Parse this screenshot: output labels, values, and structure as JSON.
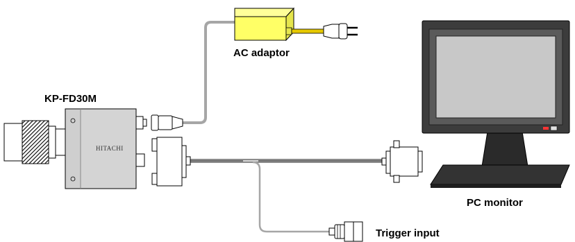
{
  "labels": {
    "ac_adaptor": "AC adaptor",
    "camera_model": "KP-FD30M",
    "camera_brand": "HITACHI",
    "pc_monitor": "PC monitor",
    "trigger_input": "Trigger input"
  },
  "colors": {
    "adaptor_body": "#ffff66",
    "adaptor_cord": "#e6c800",
    "camera_body": "#d4d4d4",
    "cable_gray": "#a6a6a6",
    "monitor_bezel": "#3c3c3c",
    "monitor_screen": "#c8c8c8",
    "monitor_stand": "#2a2a2a",
    "power_led": "#ff3333"
  },
  "icons": [
    "camera-icon",
    "ac-adaptor-icon",
    "power-plug-icon",
    "monitor-icon",
    "trigger-connector-icon"
  ]
}
